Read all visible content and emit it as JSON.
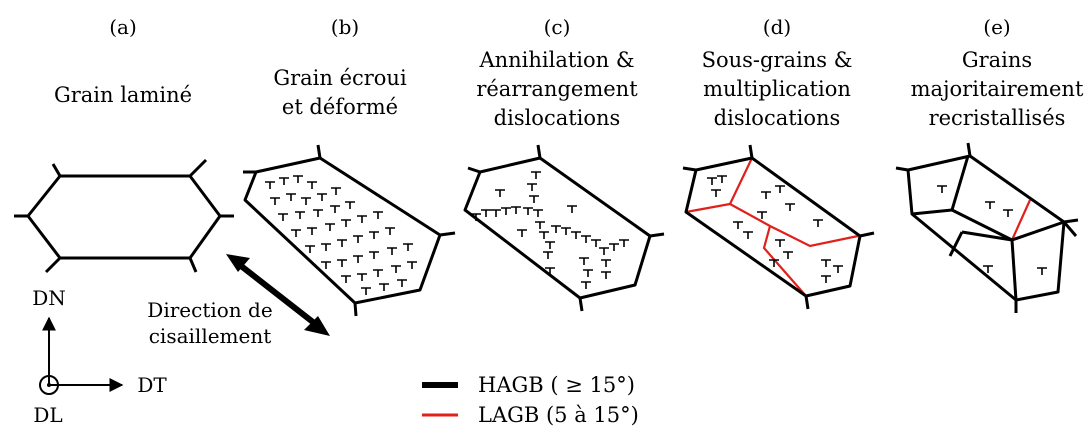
{
  "panels": [
    {
      "letter": "(a)",
      "title_lines": [
        "Grain laminé"
      ]
    },
    {
      "letter": "(b)",
      "title_lines": [
        "Grain écroui",
        "et déformé"
      ]
    },
    {
      "letter": "(c)",
      "title_lines": [
        "Annihilation &",
        "réarrangement",
        "dislocations"
      ]
    },
    {
      "letter": "(d)",
      "title_lines": [
        "Sous-grains &",
        "multiplication",
        "dislocations"
      ]
    },
    {
      "letter": "(e)",
      "title_lines": [
        "Grains",
        "majoritairement",
        "recristallisés"
      ]
    }
  ],
  "shear": {
    "lines": [
      "Direction de",
      "cisaillement"
    ]
  },
  "axes": {
    "normal": "DN",
    "transverse": "DT",
    "longitudinal": "DL"
  },
  "legend": [
    {
      "label": "HAGB ( ≥ 15°)",
      "color": "#000000"
    },
    {
      "label": "LAGB (5 à 15°)",
      "color": "#e0201b"
    }
  ],
  "colors": {
    "hagb": "#000000",
    "lagb": "#e0201b"
  }
}
